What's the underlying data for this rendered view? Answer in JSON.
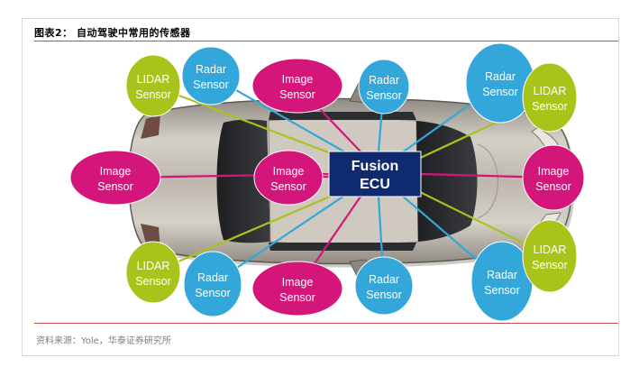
{
  "figure": {
    "title": "图表2：  自动驾驶中常用的传感器",
    "source": "资料来源：Yole，华泰证券研究所"
  },
  "colors": {
    "image": "#d4157a",
    "radar": "#33a7d9",
    "lidar": "#a8c41a",
    "ecu": "#0f2a6e",
    "rule": "#c0504d"
  },
  "hub": {
    "line1": "Fusion",
    "line2": "ECU"
  },
  "sensors": [
    {
      "id": "lidar-top-left",
      "type": "lidar",
      "line1": "LIDAR",
      "line2": "Sensor"
    },
    {
      "id": "radar-top-left",
      "type": "radar",
      "line1": "Radar",
      "line2": "Sensor"
    },
    {
      "id": "image-top-center",
      "type": "image",
      "line1": "Image",
      "line2": "Sensor"
    },
    {
      "id": "radar-top-center",
      "type": "radar",
      "line1": "Radar",
      "line2": "Sensor"
    },
    {
      "id": "radar-top-right",
      "type": "radar",
      "line1": "Radar",
      "line2": "Sensor"
    },
    {
      "id": "lidar-top-right",
      "type": "lidar",
      "line1": "LIDAR",
      "line2": "Sensor"
    },
    {
      "id": "image-left",
      "type": "image",
      "line1": "Image",
      "line2": "Sensor"
    },
    {
      "id": "image-center",
      "type": "image",
      "line1": "Image",
      "line2": "Sensor"
    },
    {
      "id": "image-right",
      "type": "image",
      "line1": "Image",
      "line2": "Sensor"
    },
    {
      "id": "lidar-bottom-left",
      "type": "lidar",
      "line1": "LIDAR",
      "line2": "Sensor"
    },
    {
      "id": "radar-bottom-left",
      "type": "radar",
      "line1": "Radar",
      "line2": "Sensor"
    },
    {
      "id": "image-bottom-center",
      "type": "image",
      "line1": "Image",
      "line2": "Sensor"
    },
    {
      "id": "radar-bottom-center",
      "type": "radar",
      "line1": "Radar",
      "line2": "Sensor"
    },
    {
      "id": "radar-bottom-right",
      "type": "radar",
      "line1": "Radar",
      "line2": "Sensor"
    },
    {
      "id": "lidar-bottom-right",
      "type": "lidar",
      "line1": "LIDAR",
      "line2": "Sensor"
    }
  ]
}
